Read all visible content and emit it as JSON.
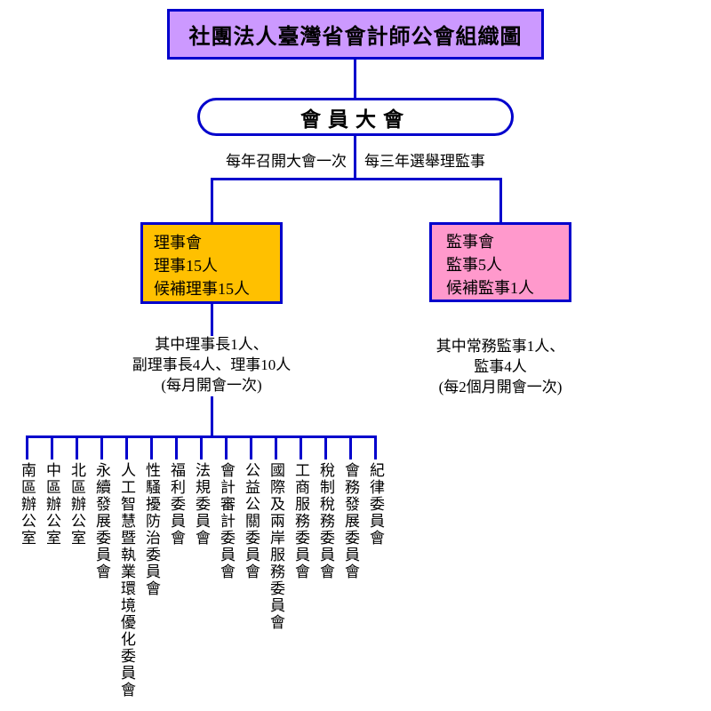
{
  "title": "社團法人臺灣省會計師公會組織圖",
  "assembly": {
    "label": "會員大會"
  },
  "branch_notes": {
    "left": "每年召開大會一次",
    "right": "每三年選舉理監事"
  },
  "directors_box": {
    "lines": [
      "理事會",
      "理事15人",
      "候補理事15人"
    ]
  },
  "supervisors_box": {
    "lines": [
      "監事會",
      "監事5人",
      "候補監事1人"
    ]
  },
  "directors_note": {
    "lines": [
      "其中理事長1人、",
      "副理事長4人、理事10人",
      "(每月開會一次)"
    ]
  },
  "supervisors_note": {
    "lines": [
      "其中常務監事1人、",
      "監事4人",
      "(每2個月開會一次)"
    ]
  },
  "committees": [
    "南區辦公室",
    "中區辦公室",
    "北區辦公室",
    "永續發展委員會",
    "人工智慧暨執業環境優化委員會",
    "性騷擾防治委員會",
    "福利委員會",
    "法規委員會",
    "會計審計委員會",
    "公益公關委員會",
    "國際及兩岸服務委員會",
    "工商服務委員會",
    "稅制稅務委員會",
    "會務發展委員會",
    "紀律委員會"
  ],
  "colors": {
    "line": "#0000CC",
    "title_fill": "#CC99FF",
    "directors_fill": "#FFC000",
    "supervisors_fill": "#FF99CC"
  }
}
